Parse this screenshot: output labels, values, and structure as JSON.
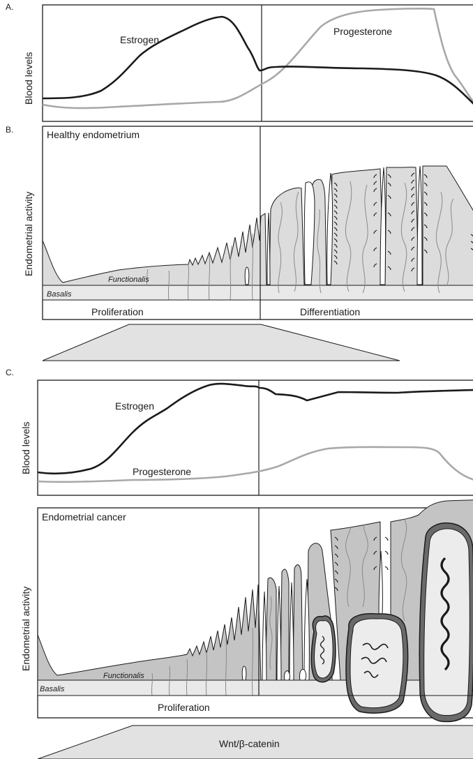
{
  "panel_a": {
    "letter": "A.",
    "ylabel": "Blood levels",
    "estrogen": "Estrogen",
    "progesterone": "Progesterone"
  },
  "panel_b": {
    "letter": "B.",
    "title": "Healthy endometrium",
    "ylabel": "Endometrial activity",
    "functionalis": "Functionalis",
    "basalis": "Basalis",
    "phase_left": "Proliferation",
    "phase_right": "Differentiation"
  },
  "panel_c": {
    "letter": "C.",
    "ylabel_top": "Blood levels",
    "estrogen": "Estrogen",
    "progesterone": "Progesterone",
    "title": "Endometrial cancer",
    "ylabel_bottom": "Endometrial activity",
    "functionalis": "Functionalis",
    "basalis": "Basalis",
    "phase": "Proliferation",
    "signal": "Wnt/β-catenin"
  },
  "colors": {
    "estrogen_line": "#1a1a1a",
    "progesterone_line": "#a8a8a8",
    "tissue_healthy": "#dcdcdc",
    "tissue_cancer": "#c4c4c4",
    "basalis": "#e9e9e9",
    "wedge": "#e2e2e2"
  }
}
